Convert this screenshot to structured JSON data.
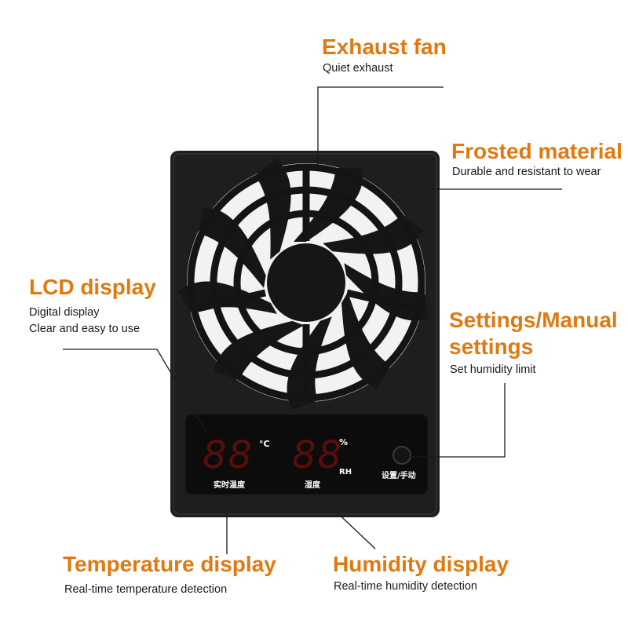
{
  "exhaust_fan": {
    "title": "Exhaust fan",
    "desc": "Quiet exhaust"
  },
  "frosted_material": {
    "title": "Frosted material",
    "desc": "Durable and resistant to wear"
  },
  "lcd_display": {
    "title": "LCD display",
    "desc_line1": "Digital display",
    "desc_line2": "Clear and easy to use"
  },
  "settings": {
    "title_line1": "Settings/Manual",
    "title_line2": "settings",
    "desc": "Set humidity limit"
  },
  "temperature_display": {
    "title": "Temperature display",
    "desc": "Real-time temperature detection"
  },
  "humidity_display": {
    "title": "Humidity display",
    "desc": "Real-time humidity detection"
  },
  "device_panel": {
    "temp_digits": "88",
    "temp_unit": "°C",
    "temp_label": "实时温度",
    "humidity_digits": "88",
    "humidity_unit_top": "%",
    "humidity_unit_bottom": "RH",
    "humidity_label": "湿度",
    "button_label": "设置/手动"
  },
  "colors": {
    "accent": "#e07a10",
    "device": "#1e1e1e",
    "panel": "#0c0c0c",
    "digits": "#5a0d0d"
  }
}
